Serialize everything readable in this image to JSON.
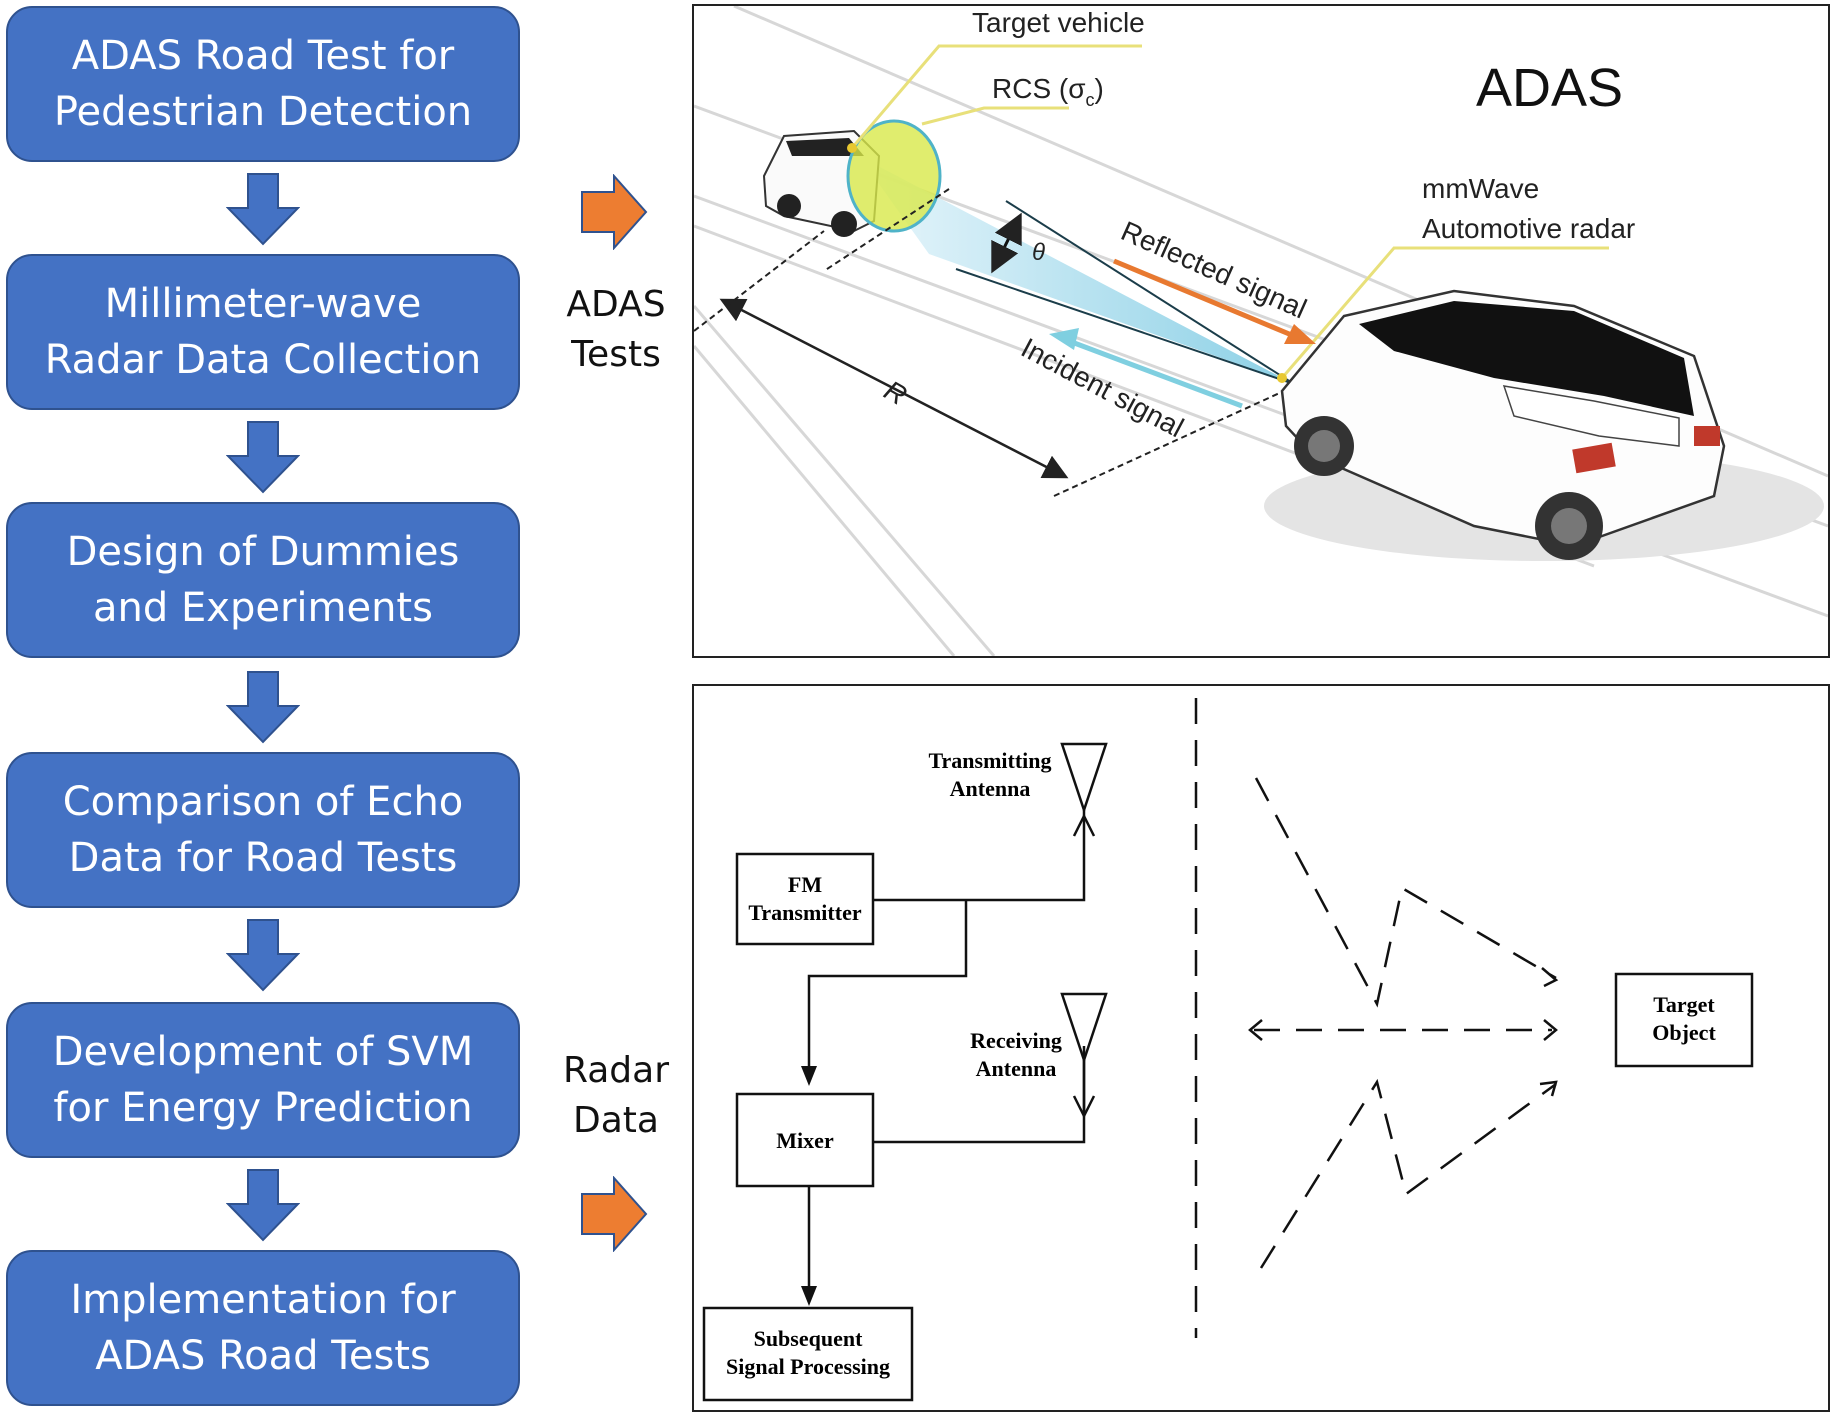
{
  "flowchart": {
    "steps": [
      {
        "label": "ADAS Road Test for\nPedestrian Detection"
      },
      {
        "label": "Millimeter-wave\nRadar Data Collection"
      },
      {
        "label": "Design of Dummies\nand Experiments"
      },
      {
        "label": "Comparison of Echo\nData for Road Tests"
      },
      {
        "label": "Development of SVM\nfor Energy Prediction"
      },
      {
        "label": "Implementation for\nADAS Road Tests"
      }
    ],
    "side_labels": {
      "adas_tests": "ADAS\nTests",
      "radar_data": "Radar\nData"
    },
    "colors": {
      "step_fill": "#4472c4",
      "step_border": "#2f528f",
      "side_arrow": "#ed7d31"
    }
  },
  "adas_panel": {
    "title": "ADAS",
    "labels": {
      "target_vehicle": "Target vehicle",
      "rcs": "RCS (σ",
      "rcs_sub": "c",
      "rcs_close": ")",
      "mmwave_line1": "mmWave",
      "mmwave_line2": "Automotive radar",
      "reflected": "Reflected signal",
      "incident": "Incident signal",
      "theta": "θ",
      "range": "R"
    },
    "colors": {
      "reflected_arrow": "#e87930",
      "incident_arrow": "#7fcfe0",
      "beam": "#9fd8ea",
      "rcs_ellipse": "#d8e84a",
      "leader_lines": "#e8e07a"
    }
  },
  "radar_panel": {
    "blocks": {
      "fm_transmitter": "FM\nTransmitter",
      "mixer": "Mixer",
      "subsequent": "Subsequent\nSignal Processing",
      "target_object": "Target\nObject"
    },
    "antennas": {
      "transmitting": "Transmitting\nAntenna",
      "receiving": "Receiving\nAntenna"
    }
  }
}
